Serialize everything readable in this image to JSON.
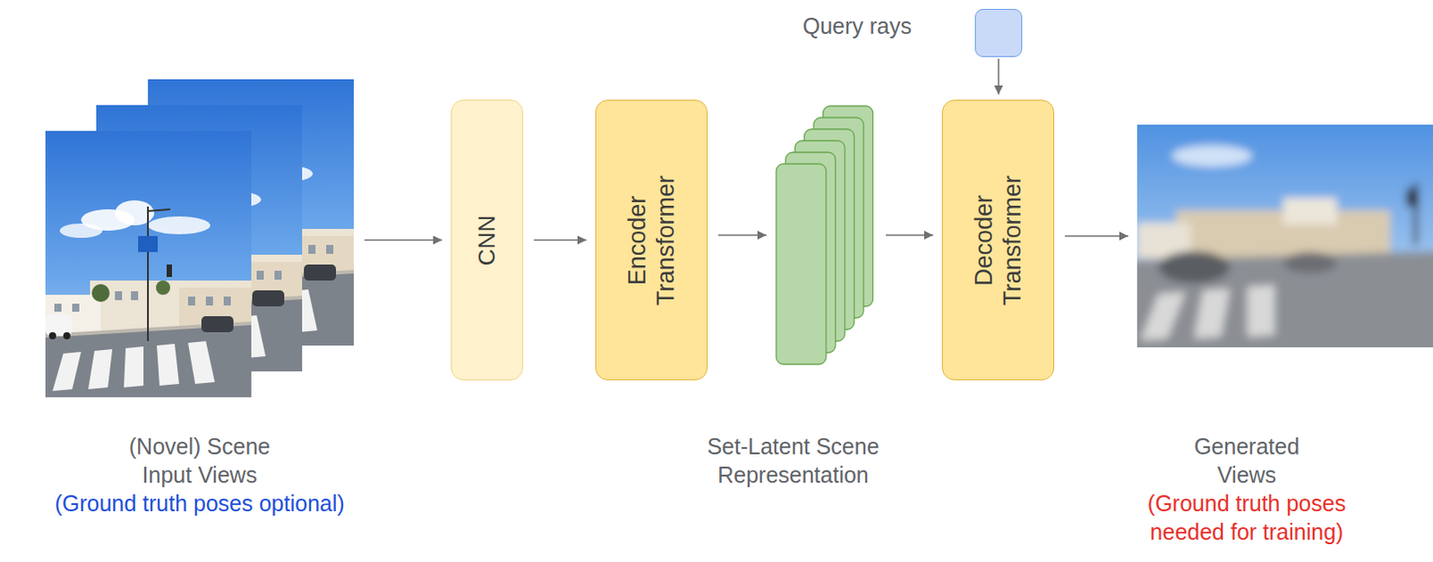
{
  "diagram": {
    "nodes": [
      {
        "text": [
          "(Novel) Scene Input Views",
          "(Ground truth poses optional)"
        ]
      },
      {
        "text": [
          "CNN"
        ]
      },
      {
        "text": [
          "Encoder Transformer"
        ]
      },
      {
        "text": [
          "Set-Latent Scene Representation"
        ]
      },
      {
        "text": [
          "Query rays"
        ]
      },
      {
        "text": [
          "Decoder Transformer"
        ]
      },
      {
        "text": [
          "Generated Views",
          "(Ground truth poses needed for training)"
        ]
      }
    ],
    "edges": [
      {
        "from": 0,
        "to": 1,
        "arrow": "to"
      },
      {
        "from": 1,
        "to": 2,
        "arrow": "to"
      },
      {
        "from": 2,
        "to": 3,
        "arrow": "to"
      },
      {
        "from": 3,
        "to": 5,
        "arrow": "to"
      },
      {
        "from": 4,
        "to": 5,
        "arrow": "to"
      },
      {
        "from": 5,
        "to": 6,
        "arrow": "to"
      }
    ]
  }
}
